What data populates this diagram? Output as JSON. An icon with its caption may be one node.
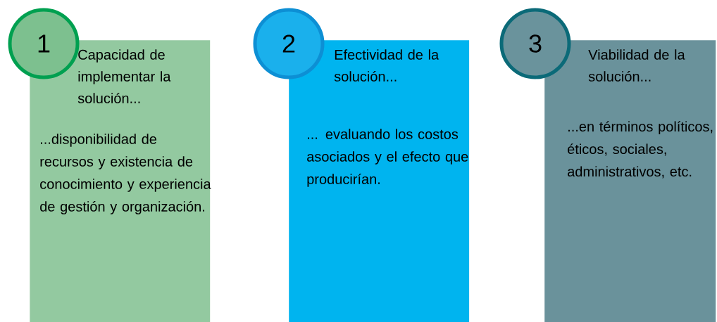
{
  "diagram": {
    "nodes": [
      {
        "text": [
          "1"
        ]
      },
      {
        "text": [
          "Capacidad de implementar la solución...",
          "...disponibilidad de recursos y existencia de conocimiento y experiencia de gestión y organización."
        ]
      },
      {
        "text": [
          "2"
        ]
      },
      {
        "text": [
          "Efectividad de la solución...",
          "... evaluando los costos asociados y el efecto que producirían."
        ]
      },
      {
        "text": [
          "3"
        ]
      },
      {
        "text": [
          "Viabilidad de la solución...",
          "...en términos políticos, éticos, sociales, administrativos, etc."
        ]
      }
    ]
  }
}
